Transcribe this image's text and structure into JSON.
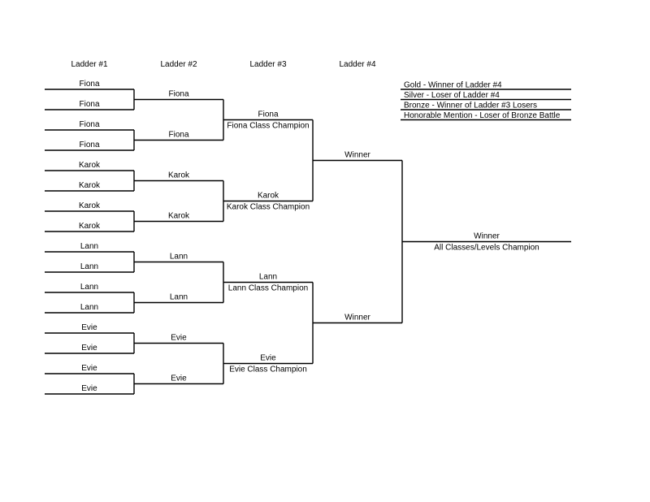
{
  "headers": [
    "Ladder #1",
    "Ladder #2",
    "Ladder #3",
    "Ladder #4"
  ],
  "ladder1": [
    "Fiona",
    "Fiona",
    "Fiona",
    "Fiona",
    "Karok",
    "Karok",
    "Karok",
    "Karok",
    "Lann",
    "Lann",
    "Lann",
    "Lann",
    "Evie",
    "Evie",
    "Evie",
    "Evie"
  ],
  "ladder2": [
    "Fiona",
    "Fiona",
    "Karok",
    "Karok",
    "Lann",
    "Lann",
    "Evie",
    "Evie"
  ],
  "ladder3": [
    {
      "name": "Fiona",
      "title": "Fiona Class Champion"
    },
    {
      "name": "Karok",
      "title": "Karok Class Champion"
    },
    {
      "name": "Lann",
      "title": "Lann Class Champion"
    },
    {
      "name": "Evie",
      "title": "Evie Class Champion"
    }
  ],
  "ladder4": [
    "Winner",
    "Winner"
  ],
  "final": {
    "name": "Winner",
    "title": "All Classes/Levels Champion"
  },
  "legend": [
    "Gold - Winner of Ladder #4",
    "Silver - Loser of Ladder #4",
    "Bronze - Winner of Ladder #3 Losers",
    "Honorable Mention - Loser of Bronze Battle"
  ]
}
